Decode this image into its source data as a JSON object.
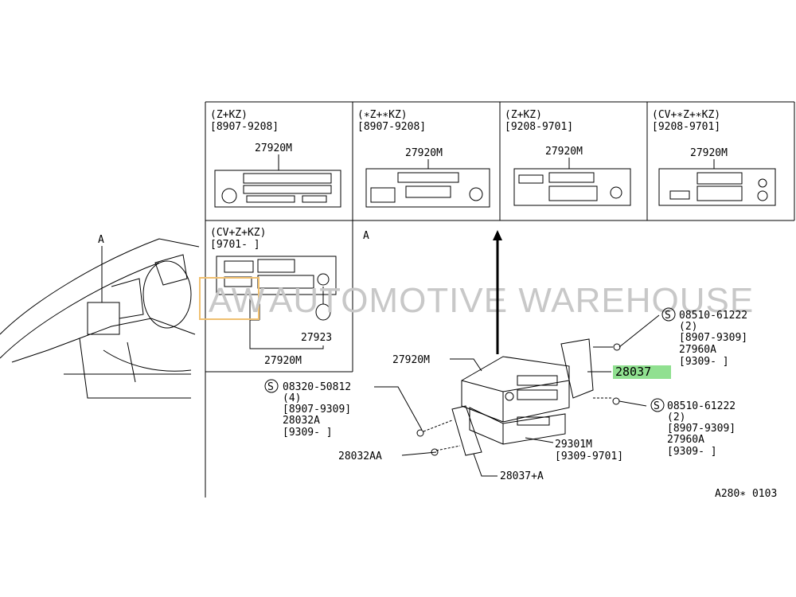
{
  "panels": [
    {
      "model": "(Z+KZ)",
      "date": "[8907-9208]",
      "part": "27920M"
    },
    {
      "model": "(∗Z+∗KZ)",
      "date": "[8907-9208]",
      "part": "27920M"
    },
    {
      "model": "(Z+KZ)",
      "date": "[9208-9701]",
      "part": "27920M"
    },
    {
      "model": "(CV+∗Z+∗KZ)",
      "date": "[9208-9701]",
      "part": "27920M"
    }
  ],
  "panel5": {
    "model": "(CV+Z+KZ)",
    "date": "[9701-    ]",
    "knob_part": "27923",
    "part": "27920M"
  },
  "view_letter": "A",
  "view_letter_ref": "A",
  "main": {
    "unit_part": "27920M",
    "screw_right_top": {
      "code": "08510-61222",
      "qty": "(2)",
      "date1": "[8907-9309]",
      "alt": "27960A",
      "date2": "[9309-     ]"
    },
    "bracket_right": "28037",
    "screw_right_bottom": {
      "code": "08510-61222",
      "qty": "(2)",
      "date1": "[8907-9309]",
      "alt": "27960A",
      "date2": "[9309-     ]"
    },
    "screw_left": {
      "code": "08320-50812",
      "qty": "(4)",
      "date1": "[8907-9309]",
      "alt": "28032A",
      "date2": "[9309-     ]"
    },
    "screw_small": "28032AA",
    "lower_unit": {
      "code": "29301M",
      "date": "[9309-9701]"
    },
    "bracket_left": "28037+A"
  },
  "symbol_s": "S",
  "diagram_code": "A280∗ 0103",
  "watermark": {
    "logo": "AW",
    "text": "AUTOMOTIVE WAREHOUSE"
  },
  "colors": {
    "highlight": "#90e090",
    "watermark": "#c8c8c8",
    "logo_border": "#f0c070"
  }
}
